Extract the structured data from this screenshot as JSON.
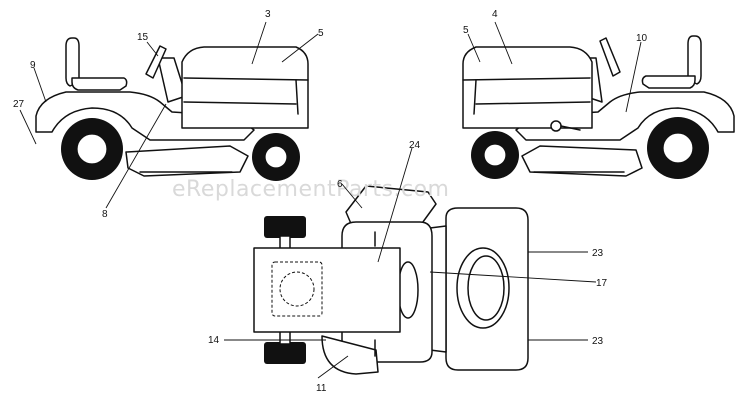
{
  "watermark": "eReplacementParts.com",
  "callouts": {
    "c3": "3",
    "c4": "4",
    "c5a": "5",
    "c5b": "5",
    "c6": "6",
    "c8": "8",
    "c9": "9",
    "c10": "10",
    "c11": "11",
    "c14": "14",
    "c15": "15",
    "c17": "17",
    "c23a": "23",
    "c23b": "23",
    "c24": "24",
    "c27": "27"
  }
}
